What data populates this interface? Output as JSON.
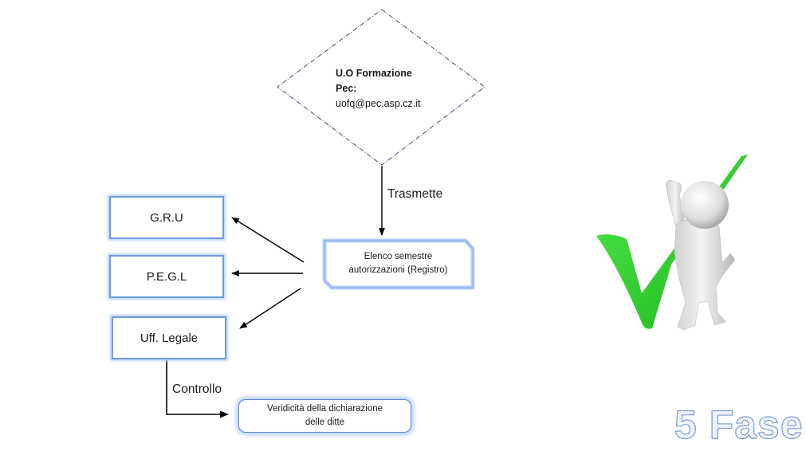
{
  "source_node": {
    "title": "U.O Formazione",
    "pec_label": "Pec:",
    "email": "uofq@pec.asp.cz.it"
  },
  "edges": {
    "transmit_label": "Trasmette",
    "control_label": "Controllo"
  },
  "register_node": {
    "line1": "Elenco semestre",
    "line2": "autorizzazioni (Registro)"
  },
  "recipients": [
    {
      "label": "G.R.U"
    },
    {
      "label": "P.E.G.L"
    },
    {
      "label": "Uff. Legale"
    }
  ],
  "verify_node": {
    "line1": "Veridicità della dichiarazione",
    "line2": "delle ditte"
  },
  "phase": {
    "label": "5 Fase"
  },
  "illustration": {
    "icon": "person-with-checkmark-icon",
    "check_color": "#3dd63a",
    "figure_color": "#e6e6e6"
  },
  "colors": {
    "box_border": "#6f9ae6",
    "box_glow": "#bcd3fa",
    "diamond_border": "#3b4f7a",
    "phase_text": "#8fa9dc"
  }
}
